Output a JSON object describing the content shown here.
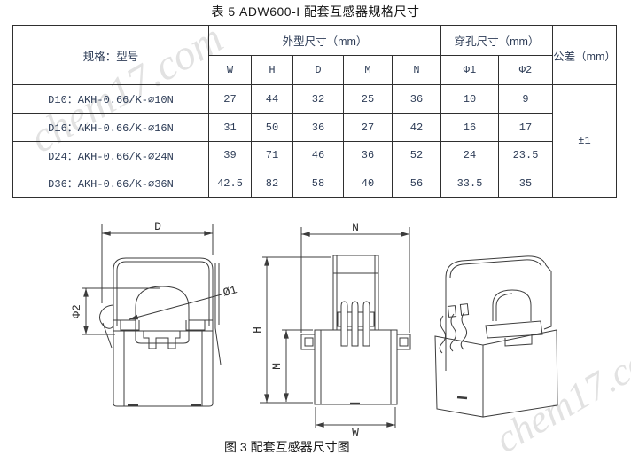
{
  "title": "表 5 ADW600-I 配套互感器规格尺寸",
  "watermark": "chem17.com",
  "table": {
    "header": {
      "spec_model": "规格：型号",
      "outline_dims": "外型尺寸（mm）",
      "hole_dims": "穿孔尺寸（mm）",
      "tolerance": "公差（mm）",
      "sub_columns": [
        "W",
        "H",
        "D",
        "M",
        "N",
        "Φ1",
        "Φ2"
      ]
    },
    "rows": [
      {
        "model": "D10：AKH-0.66/K-∅10N",
        "w": "27",
        "h": "44",
        "d": "32",
        "m": "25",
        "n": "36",
        "phi1": "10",
        "phi2": "9"
      },
      {
        "model": "D16：AKH-0.66/K-∅16N",
        "w": "31",
        "h": "50",
        "d": "36",
        "m": "27",
        "n": "42",
        "phi1": "16",
        "phi2": "17"
      },
      {
        "model": "D24：AKH-0.66/K-∅24N",
        "w": "39",
        "h": "71",
        "d": "46",
        "m": "36",
        "n": "52",
        "phi1": "24",
        "phi2": "23.5"
      },
      {
        "model": "D36：AKH-0.66/K-∅36N",
        "w": "42.5",
        "h": "82",
        "d": "58",
        "m": "40",
        "n": "56",
        "phi1": "33.5",
        "phi2": "35"
      }
    ],
    "tolerance_value": "±1"
  },
  "figure": {
    "caption": "图 3 配套互感器尺寸图",
    "dim_labels": {
      "d": "D",
      "phi2": "Φ2",
      "dia1": "Ø1",
      "n": "N",
      "h": "H",
      "m": "M",
      "w": "W"
    }
  },
  "colors": {
    "table_text": "#2e3d57",
    "line": "#3c3c3c",
    "watermark": "#d0d0d0"
  }
}
